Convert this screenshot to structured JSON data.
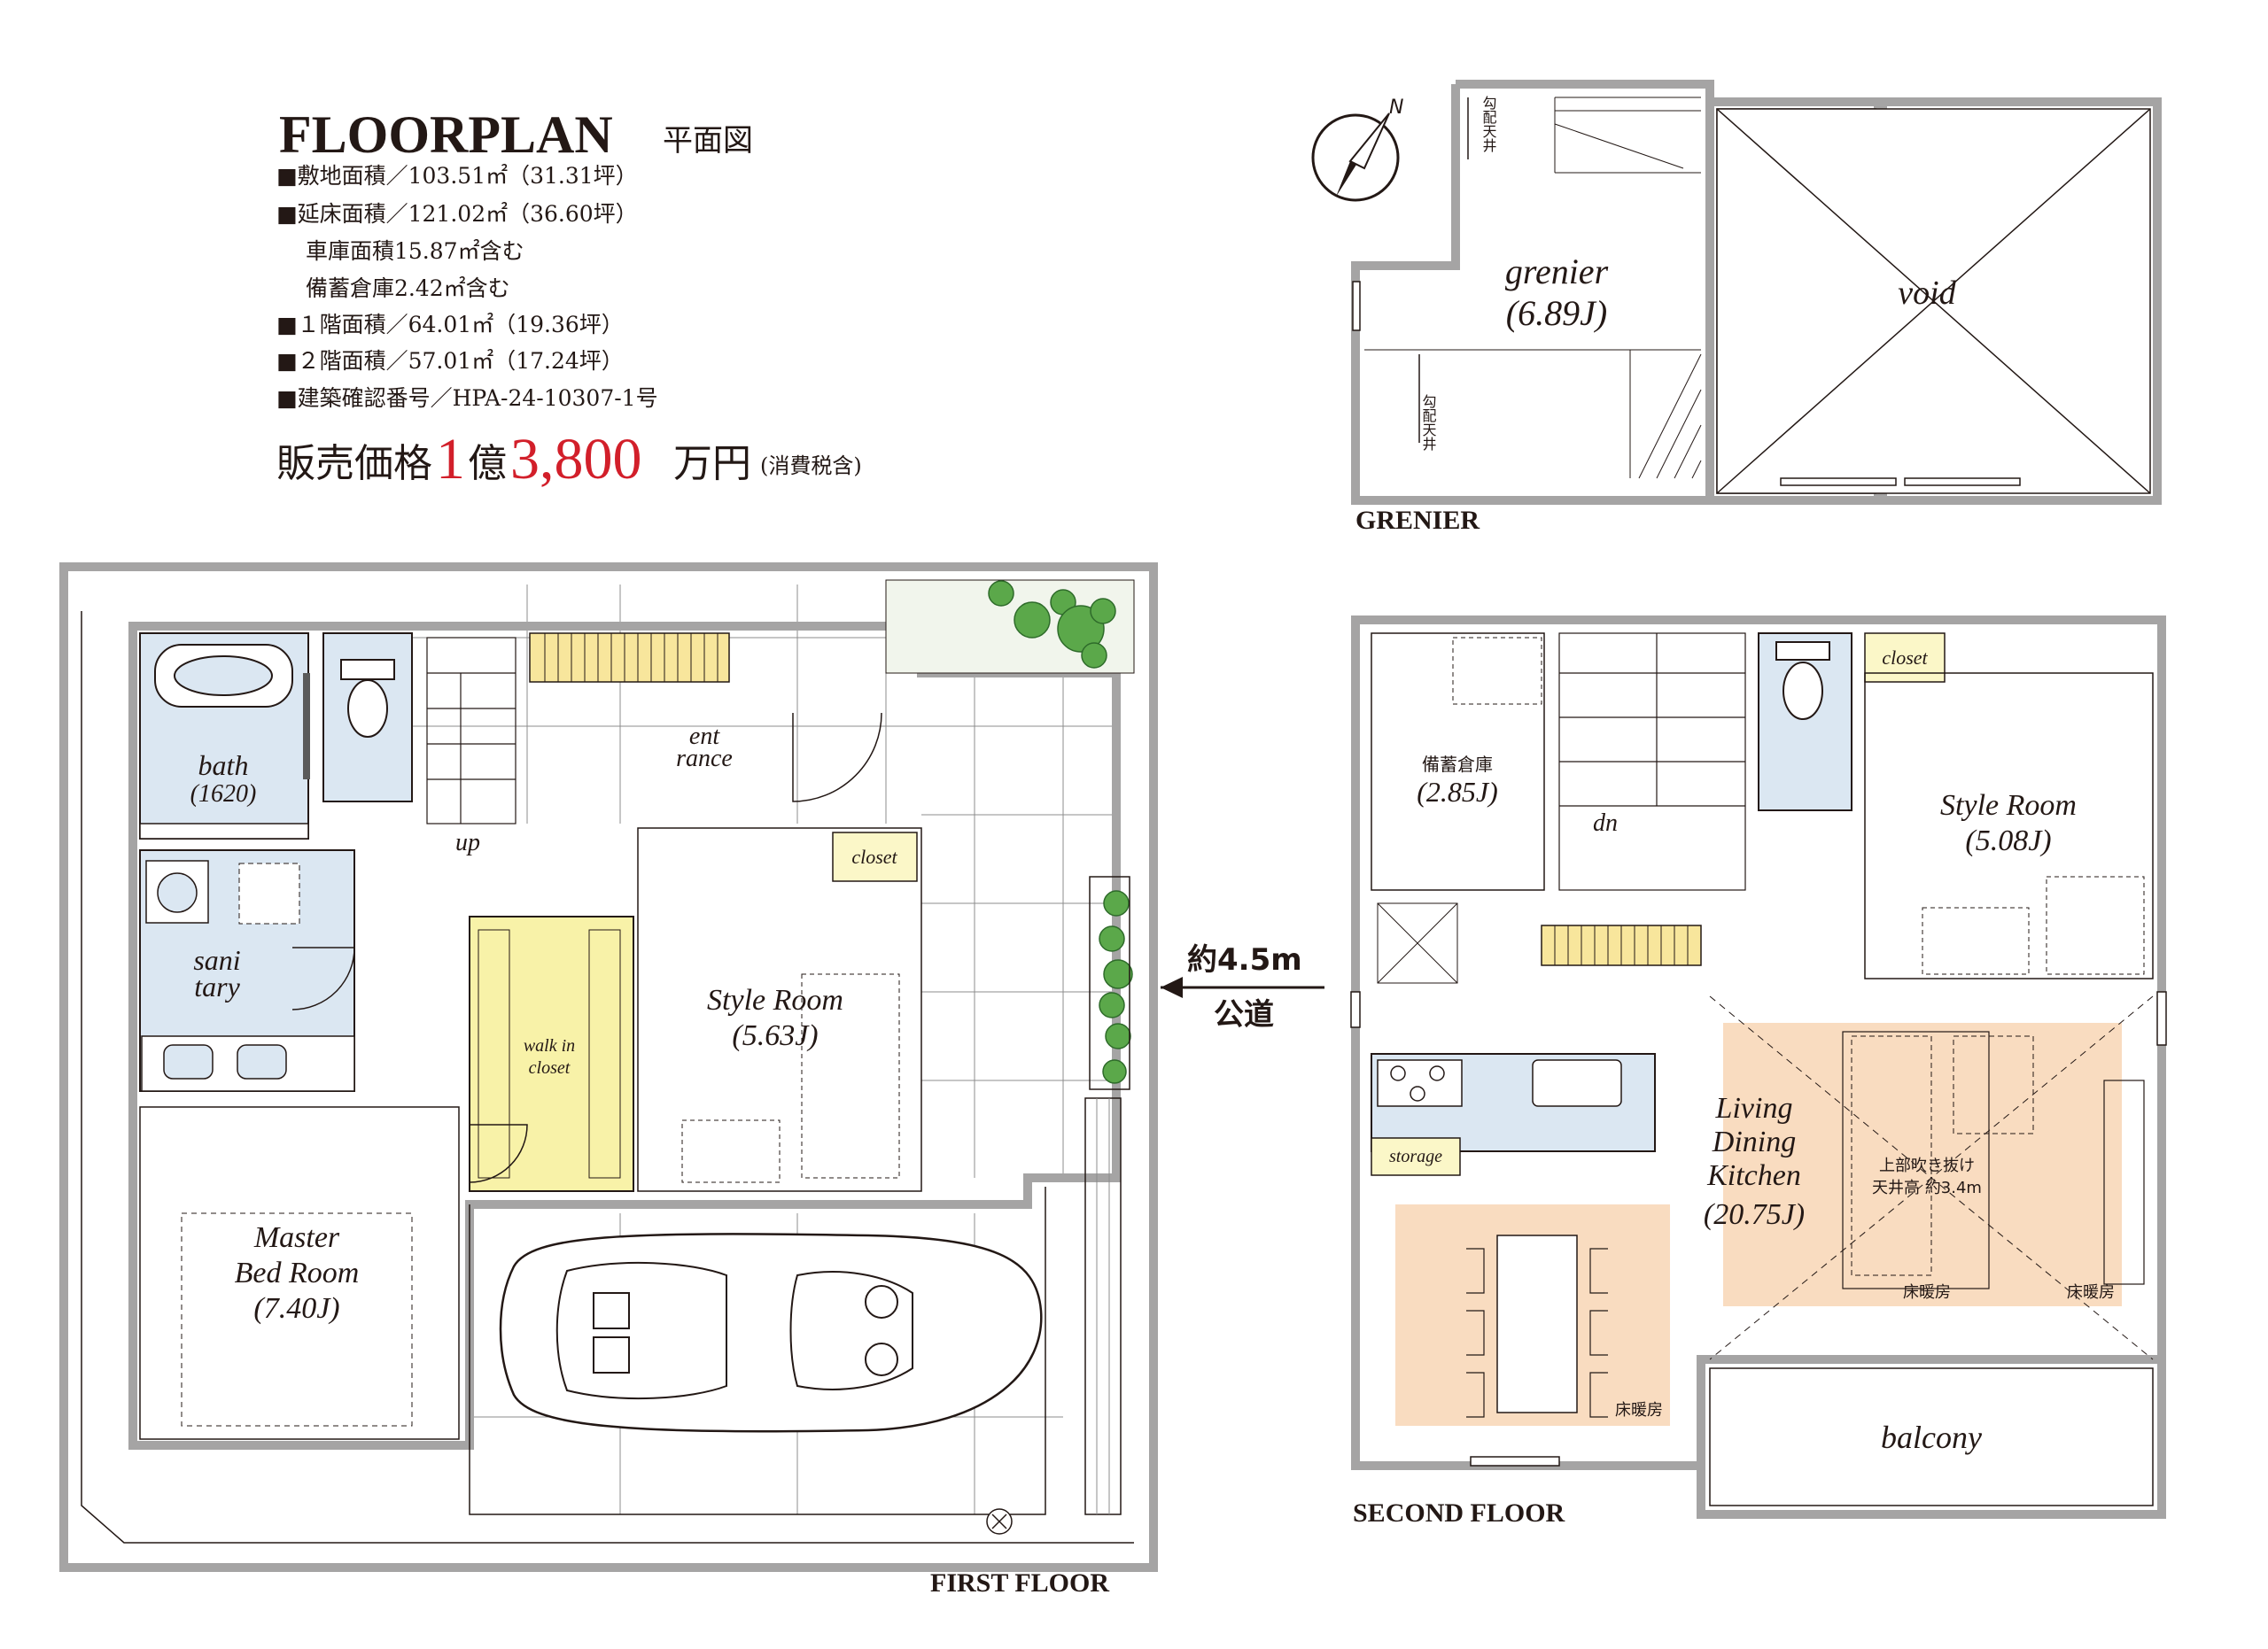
{
  "header": {
    "title": "FLOORPLAN",
    "title_ja": "平面図",
    "site_area": "■敷地面積／103.51㎡（31.31坪）",
    "floor_area": "■延床面積／121.02㎡（36.60坪）",
    "garage_note": "車庫面積15.87㎡含む",
    "storage_note": "備蓄倉庫2.42㎡含む",
    "first_area": "■１階面積／64.01㎡（19.36坪）",
    "second_area": "■２階面積／57.01㎡（17.24坪）",
    "permit": "■建築確認番号／HPA-24-10307-1号",
    "price_label": "販売価格",
    "price_oku_num": "1",
    "price_oku": "億",
    "price_man_num": "3,800",
    "price_unit": "万円",
    "price_tax": "(消費税含)"
  },
  "compass": {
    "north": "N"
  },
  "road": {
    "width": "約4.5m",
    "type": "公道"
  },
  "grenier": {
    "floor_label": "GRENIER",
    "room": "grenier",
    "room_size": "(6.89J)",
    "void": "void",
    "slope_note_1": "勾配天井",
    "slope_note_2": "勾配天井"
  },
  "first_floor": {
    "floor_label": "FIRST FLOOR",
    "bath": "bath",
    "bath_size": "(1620)",
    "sanitary_1": "sani",
    "sanitary_2": "tary",
    "up": "up",
    "entrance_1": "ent",
    "entrance_2": "rance",
    "closet": "closet",
    "style_room": "Style Room",
    "style_room_size": "(5.63J)",
    "walk_in_1": "walk in",
    "walk_in_2": "closet",
    "master_1": "Master",
    "master_2": "Bed Room",
    "master_size": "(7.40J)"
  },
  "second_floor": {
    "floor_label": "SECOND FLOOR",
    "storage_room": "備蓄倉庫",
    "storage_room_size": "(2.85J)",
    "dn": "dn",
    "closet": "closet",
    "style_room": "Style Room",
    "style_room_size": "(5.08J)",
    "storage": "storage",
    "ldk_1": "Living",
    "ldk_2": "Dining",
    "ldk_3": "Kitchen",
    "ldk_size": "(20.75J)",
    "ceiling_1": "上部吹き抜け",
    "ceiling_2": "天井高 約3.4m",
    "floor_heat_1": "床暖房",
    "floor_heat_2": "床暖房",
    "floor_heat_3": "床暖房",
    "balcony": "balcony"
  },
  "colors": {
    "wall": "#a5a4a4",
    "line": "#231815",
    "wet_area": "#dbe7f2",
    "closet": "#fbf7c8",
    "walk_in": "#f8f2a8",
    "floor_heating": "#f9dcc0",
    "price_red": "#d21f2a",
    "garden": "#5ba84a"
  }
}
